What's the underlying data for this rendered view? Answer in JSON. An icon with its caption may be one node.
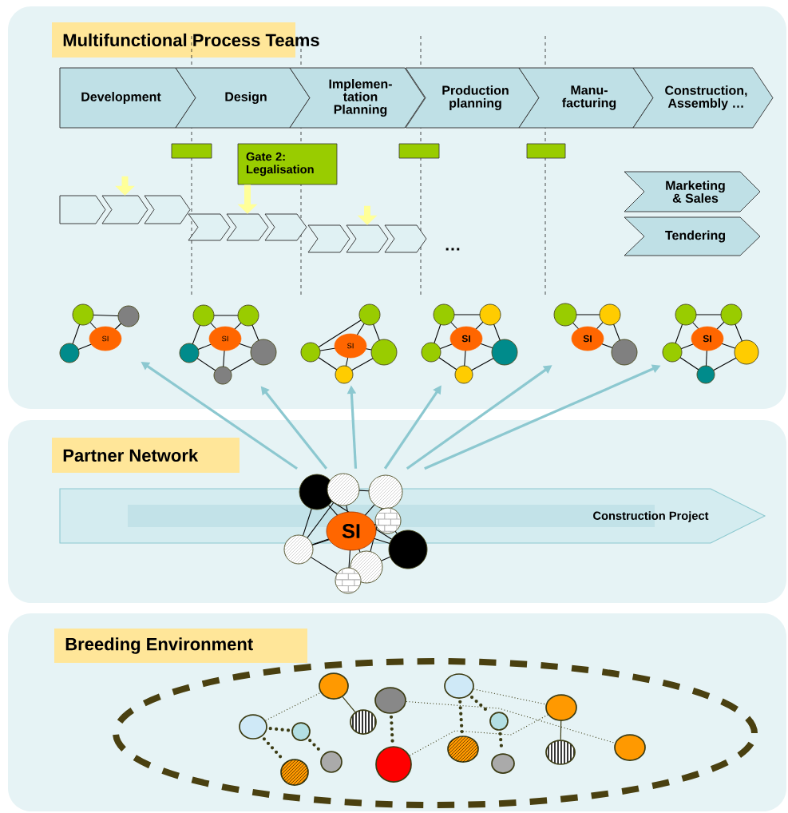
{
  "diagram": {
    "nodes": [
      {
        "text": [
          "Multifunctional Process Teams"
        ]
      },
      {
        "text": [
          "Development"
        ],
        "in": 0
      },
      {
        "text": [
          "Design"
        ],
        "in": 0
      },
      {
        "text": [
          "Implemen- tation Planning"
        ],
        "in": 0
      },
      {
        "text": [
          "Production planning"
        ],
        "in": 0
      },
      {
        "text": [
          "Manu- facturing"
        ],
        "in": 0
      },
      {
        "text": [
          "Construction, Assembly …"
        ],
        "in": 0
      },
      {
        "text": [],
        "shape": "box",
        "in": 0
      },
      {
        "text": [
          "Gate 2: Legalisation"
        ],
        "in": 0
      },
      {
        "text": [],
        "shape": "box",
        "in": 0
      },
      {
        "text": [],
        "shape": "box",
        "in": 0
      },
      {
        "text": [
          "Marketing & Sales"
        ],
        "in": 0
      },
      {
        "text": [
          "Tendering"
        ],
        "in": 0
      },
      {
        "text": [],
        "shape": "chevron",
        "in": 0
      },
      {
        "text": [],
        "shape": "chevron",
        "in": 0
      },
      {
        "text": [],
        "shape": "chevron",
        "in": 0
      },
      {
        "text": [],
        "shape": "chevron",
        "in": 0
      },
      {
        "text": [],
        "shape": "chevron",
        "in": 0
      },
      {
        "text": [],
        "shape": "chevron",
        "in": 0
      },
      {
        "text": [],
        "shape": "chevron",
        "in": 0
      },
      {
        "text": [],
        "shape": "chevron",
        "in": 0
      },
      {
        "text": [],
        "shape": "chevron",
        "in": 0
      },
      {
        "text": [
          "SI"
        ],
        "in": 0
      },
      {
        "text": [
          "SI"
        ],
        "in": 0
      },
      {
        "text": [
          "SI"
        ],
        "in": 0
      },
      {
        "text": [
          "SI"
        ],
        "in": 0
      },
      {
        "text": [
          "SI"
        ],
        "in": 0
      },
      {
        "text": [
          "SI"
        ],
        "in": 0
      },
      {
        "text": [
          "Partner Network"
        ]
      },
      {
        "text": [
          "Construction Project"
        ],
        "in": 28
      },
      {
        "text": [
          "SI"
        ],
        "in": 28
      },
      {
        "text": [
          "Breeding Environment"
        ]
      },
      {
        "text": [],
        "shape": "circle",
        "in": 31
      },
      {
        "text": [],
        "shape": "circle",
        "in": 31
      },
      {
        "text": [],
        "shape": "circle",
        "in": 31
      },
      {
        "text": [],
        "shape": "circle",
        "in": 31
      },
      {
        "text": [],
        "shape": "circle",
        "in": 31
      },
      {
        "text": [],
        "shape": "circle",
        "in": 31
      },
      {
        "text": [],
        "shape": "circle",
        "in": 31
      },
      {
        "text": [],
        "shape": "circle",
        "in": 31
      },
      {
        "text": [],
        "shape": "circle",
        "in": 31
      },
      {
        "text": [],
        "shape": "circle",
        "in": 31
      },
      {
        "text": [],
        "shape": "circle",
        "in": 31
      },
      {
        "text": [],
        "shape": "circle",
        "in": 31
      },
      {
        "text": [],
        "shape": "circle",
        "in": 31
      },
      {
        "text": [],
        "shape": "circle",
        "in": 31
      },
      {
        "text": [],
        "shape": "circle",
        "in": 31
      }
    ],
    "edges": [
      {
        "from": null,
        "to": 14,
        "arrow": "to",
        "style": "thick",
        "color": "#ffff99"
      },
      {
        "from": 8,
        "to": 17,
        "arrow": "to",
        "style": "thick",
        "color": "#ffff99"
      },
      {
        "from": null,
        "to": 20,
        "arrow": "to",
        "style": "thick",
        "color": "#ffff99"
      },
      {
        "from": 30,
        "to": 22,
        "arrow": "to",
        "color": "#8cc8d0"
      },
      {
        "from": 30,
        "to": 23,
        "arrow": "to",
        "color": "#8cc8d0"
      },
      {
        "from": 30,
        "to": 24,
        "arrow": "to",
        "color": "#8cc8d0"
      },
      {
        "from": 30,
        "to": 25,
        "arrow": "to",
        "color": "#8cc8d0"
      },
      {
        "from": 30,
        "to": 26,
        "arrow": "to",
        "color": "#8cc8d0"
      },
      {
        "from": 30,
        "to": 27,
        "arrow": "to",
        "color": "#8cc8d0"
      },
      {
        "from": 32,
        "to": 36,
        "arrow": "none",
        "style": "dashed"
      },
      {
        "from": 32,
        "to": 34,
        "arrow": "none",
        "style": "dashed"
      },
      {
        "from": 32,
        "to": 33,
        "arrow": "none",
        "style": "dashed"
      },
      {
        "from": 34,
        "to": 35,
        "arrow": "none",
        "style": "dashed"
      },
      {
        "from": 36,
        "to": 37,
        "arrow": "none"
      },
      {
        "from": 38,
        "to": 39,
        "arrow": "none",
        "style": "dashed"
      },
      {
        "from": 38,
        "to": 46,
        "arrow": "none",
        "style": "dashed"
      },
      {
        "from": 39,
        "to": 45,
        "arrow": "none",
        "style": "dashed"
      },
      {
        "from": 40,
        "to": 45,
        "arrow": "none",
        "style": "dashed"
      },
      {
        "from": 40,
        "to": 42,
        "arrow": "none",
        "style": "dashed"
      },
      {
        "from": 40,
        "to": 41,
        "arrow": "none",
        "style": "dashed"
      },
      {
        "from": 42,
        "to": 43,
        "arrow": "none",
        "style": "dashed"
      },
      {
        "from": 45,
        "to": 44,
        "arrow": "none"
      }
    ],
    "labels": [
      "…"
    ]
  }
}
